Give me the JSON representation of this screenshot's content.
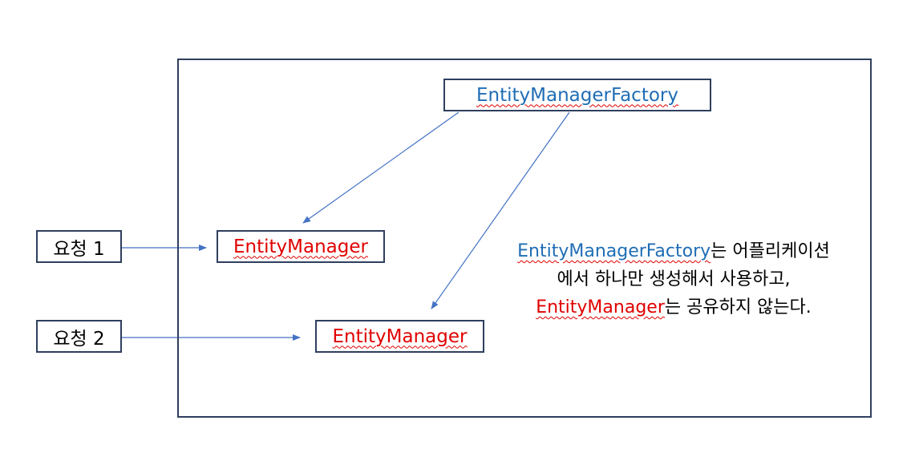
{
  "nodes": {
    "factory": "EntityManagerFactory",
    "entity_manager_1": "EntityManager",
    "entity_manager_2": "EntityManager",
    "request_1": "요청 1",
    "request_2": "요청 2"
  },
  "note": {
    "line1_term": "EntityManagerFactory",
    "line1_rest": "는 어플리케이션",
    "line2": "에서 하나만 생성해서 사용하고,",
    "line3_term": "EntityManager",
    "line3_rest": "는 공유하지 않는다."
  },
  "colors": {
    "border": "#2f3f5e",
    "arrow": "#4472c4",
    "factory_text": "#1f6db5",
    "manager_text": "#e00000"
  }
}
